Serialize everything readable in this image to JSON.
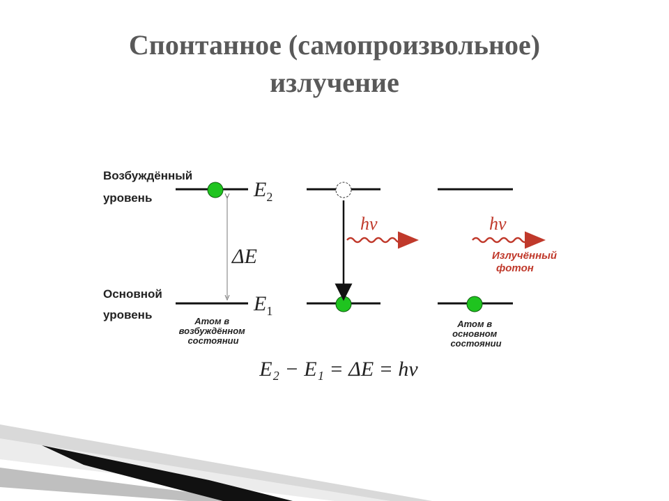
{
  "title": {
    "line1": "Спонтанное (самопроизвольное)",
    "line2": "излучение"
  },
  "diagram": {
    "excited_level_label": [
      "Возбуждённый",
      "уровень"
    ],
    "ground_level_label": [
      "Основной",
      "уровень"
    ],
    "e2": "E",
    "e2_sub": "2",
    "e1": "E",
    "e1_sub": "1",
    "delta_e": "ΔE",
    "h_nu": "hν",
    "emitted_photon": [
      "Излучённый",
      "фотон"
    ],
    "atom_excited": [
      "Атом в",
      "возбуждённом",
      "состоянии"
    ],
    "atom_ground": [
      "Атом в",
      "основном",
      "состоянии"
    ],
    "formula": "E₂ − E₁ = ΔE = hν",
    "colors": {
      "atom": "#1fc41f",
      "photon": "#c0392b",
      "line": "#111111",
      "title": "#595959"
    }
  }
}
